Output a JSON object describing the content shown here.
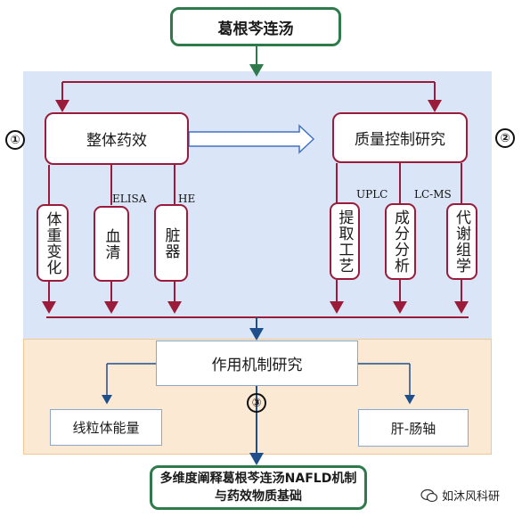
{
  "nodes": {
    "top": "葛根芩连汤",
    "efficacy": "整体药效",
    "quality": "质量控制研究",
    "body_weight": "体重变化",
    "serum": "血清",
    "liver": "脏器",
    "extraction": "提取工艺",
    "components": "成分分析",
    "metabolism": "代谢组学",
    "mechanism": "作用机制研究",
    "mitochondria": "线粒体能量",
    "gut_liver": "肝-肠轴",
    "bottom": "多维度阐释葛根芩连汤NAFLD机制与药效物质基础"
  },
  "labels": {
    "elisa": "ELISA",
    "he": "HE",
    "uplc": "UPLC",
    "lcms": "LC-MS"
  },
  "markers": {
    "one": "①",
    "two": "②",
    "three": "③"
  },
  "watermark": "如沐风科研",
  "colors": {
    "green": "#2f7a4b",
    "crimson": "#9b1b3a",
    "blue_arrow": "#1f4e8c",
    "blue_panel": "#dae6f7",
    "peach_panel": "#fce9d4"
  }
}
